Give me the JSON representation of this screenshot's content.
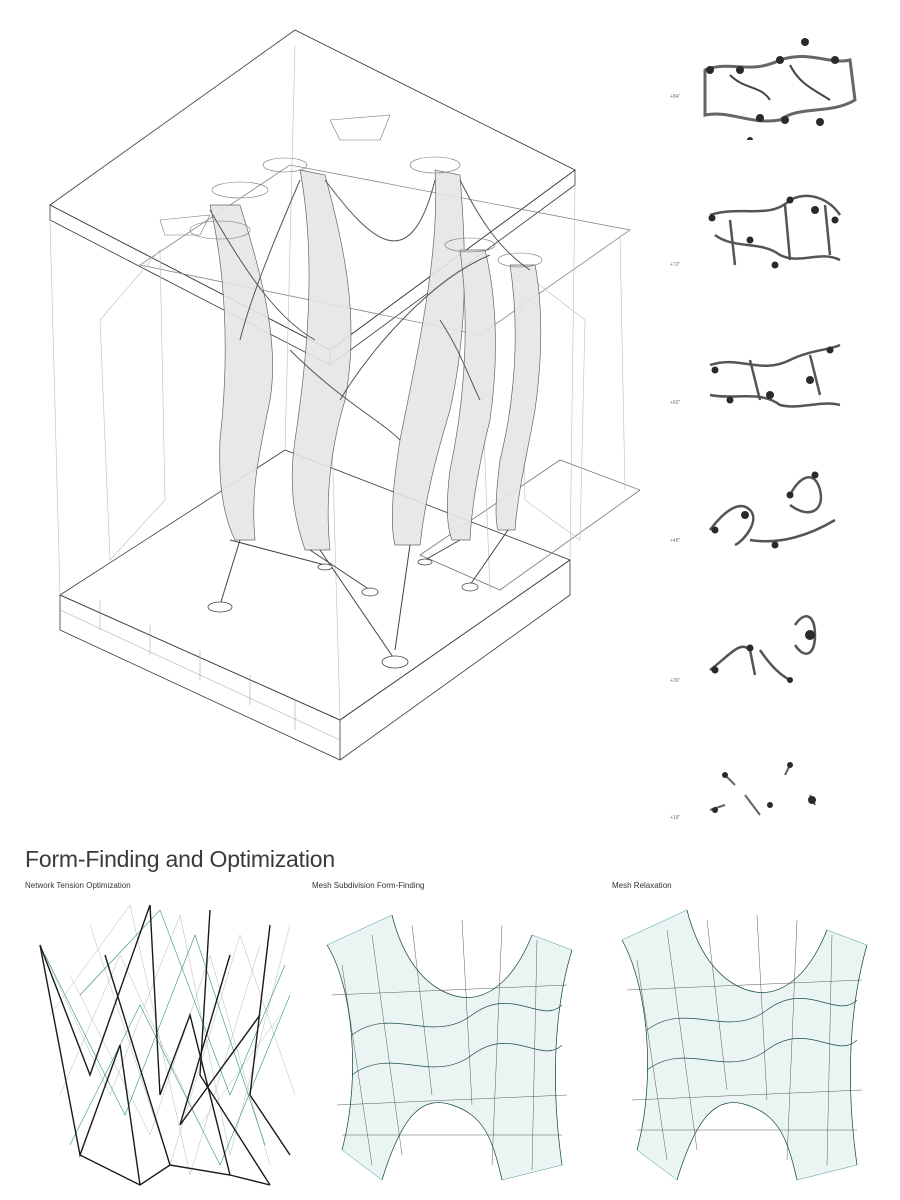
{
  "heading": "Form-Finding and Optimization",
  "panels": [
    {
      "label": "Network Tension Optimization"
    },
    {
      "label": "Mesh Subdivision Form-Finding"
    },
    {
      "label": "Mesh Relaxation"
    }
  ],
  "sections": [
    {
      "label": "+84\""
    },
    {
      "label": "+72\""
    },
    {
      "label": "+60\""
    },
    {
      "label": "+48\""
    },
    {
      "label": "+36\""
    },
    {
      "label": "+18\""
    }
  ],
  "colors": {
    "line": "#3a3a3a",
    "light_line": "#b8b8b8",
    "teal": "#2f8f8a",
    "dark_teal": "#1d4d4a",
    "node": "#2a2a2a",
    "fill_grey": "#d9d9d9"
  }
}
